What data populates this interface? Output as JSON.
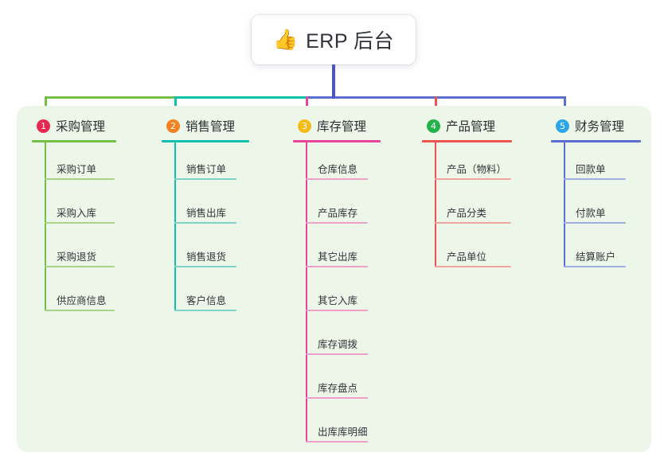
{
  "root": {
    "icon": "thumbs-up-emoji",
    "icon_glyph": "👍",
    "title": "ERP 后台"
  },
  "palette": {
    "panel_bg": "#edf7e9",
    "root_stem": "#4a56c4",
    "green": "#76bf45",
    "teal": "#11bfad",
    "pink": "#e8459a",
    "red": "#ef5350",
    "blue": "#5a6fd0",
    "badge_1": "#e8294f",
    "badge_2": "#f58220",
    "badge_3": "#f5bc18",
    "badge_4": "#25b24b",
    "badge_5": "#2ba7e8"
  },
  "columns": [
    {
      "index": "1",
      "title": "采购管理",
      "badge_color": "#e8294f",
      "line_color": "#76bf45",
      "leaf_line_color": "#a7d58a",
      "items": [
        "采购订单",
        "采购入库",
        "采购退货",
        "供应商信息"
      ]
    },
    {
      "index": "2",
      "title": "销售管理",
      "badge_color": "#f58220",
      "line_color": "#11bfad",
      "leaf_line_color": "#7ed3cb",
      "items": [
        "销售订单",
        "销售出库",
        "销售退货",
        "客户信息"
      ]
    },
    {
      "index": "3",
      "title": "库存管理",
      "badge_color": "#f5bc18",
      "line_color": "#e8459a",
      "leaf_line_color": "#efa0c6",
      "items": [
        "仓库信息",
        "产品库存",
        "其它出库",
        "其它入库",
        "库存调拨",
        "库存盘点",
        "出库库明细"
      ]
    },
    {
      "index": "4",
      "title": "产品管理",
      "badge_color": "#25b24b",
      "line_color": "#ef5350",
      "leaf_line_color": "#f5a3a1",
      "items": [
        "产品（物料）",
        "产品分类",
        "产品单位"
      ]
    },
    {
      "index": "5",
      "title": "财务管理",
      "badge_color": "#2ba7e8",
      "line_color": "#5a6fd0",
      "leaf_line_color": "#9eaee4",
      "items": [
        "回款单",
        "付款单",
        "结算账户"
      ]
    }
  ]
}
